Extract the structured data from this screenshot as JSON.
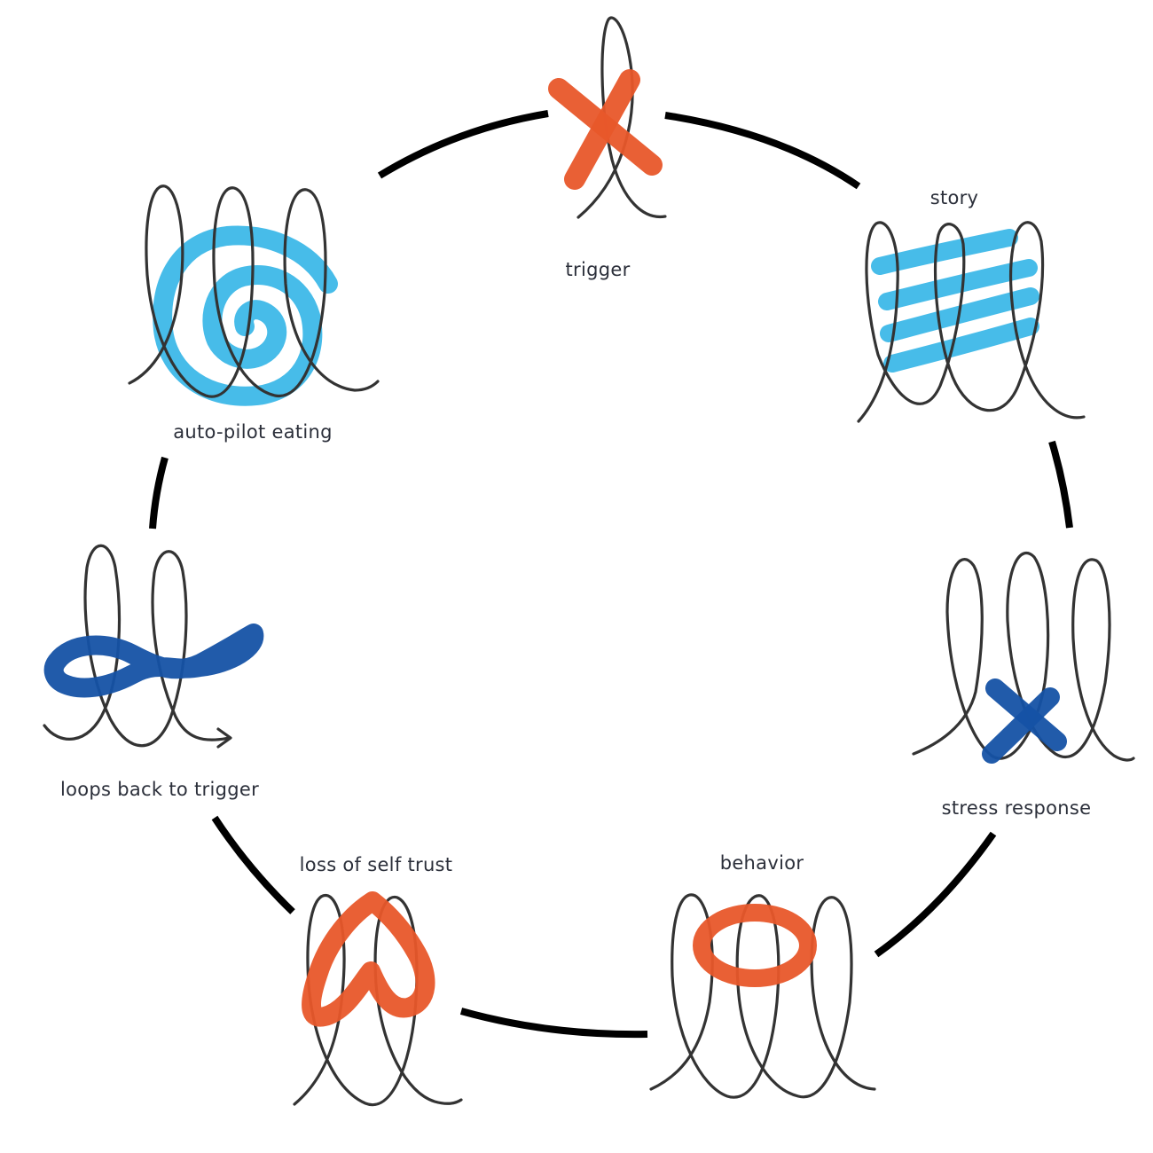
{
  "colors": {
    "ring": "#000000",
    "loops": "#333333",
    "orange": "#e8572a",
    "light_blue": "#3db8e8",
    "dark_blue": "#1552a5",
    "label": "#2b2f3a"
  },
  "steps": [
    {
      "id": "trigger",
      "label": "trigger",
      "symbol": "orange-x-icon"
    },
    {
      "id": "story",
      "label": "story",
      "symbol": "blue-stripes-icon"
    },
    {
      "id": "stress-response",
      "label": "stress response",
      "symbol": "blue-x-icon"
    },
    {
      "id": "behavior",
      "label": "behavior",
      "symbol": "orange-oval-icon"
    },
    {
      "id": "loss-of-self-trust",
      "label": "loss of self trust",
      "symbol": "orange-heart-icon"
    },
    {
      "id": "loops-back-to-trigger",
      "label": "loops back to trigger",
      "symbol": "infinity-icon"
    },
    {
      "id": "auto-pilot-eating",
      "label": "auto-pilot eating",
      "symbol": "spiral-icon"
    }
  ]
}
